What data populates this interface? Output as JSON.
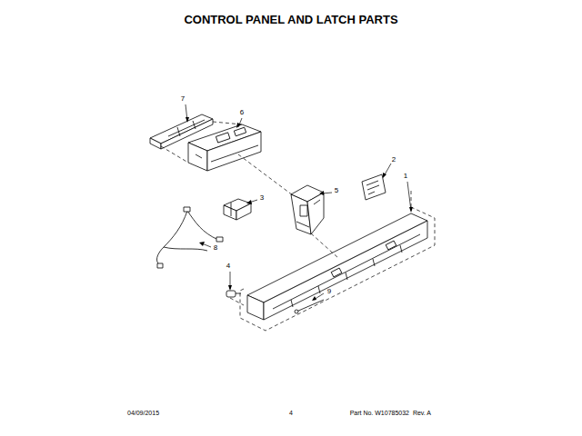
{
  "diagram": {
    "title": "CONTROL PANEL AND LATCH PARTS",
    "labels": [
      "7",
      "6",
      "3",
      "5",
      "2",
      "1",
      "8",
      "4",
      "9",
      "04/09/2015",
      "4",
      "Part No. W10785032  Rev. A"
    ]
  }
}
